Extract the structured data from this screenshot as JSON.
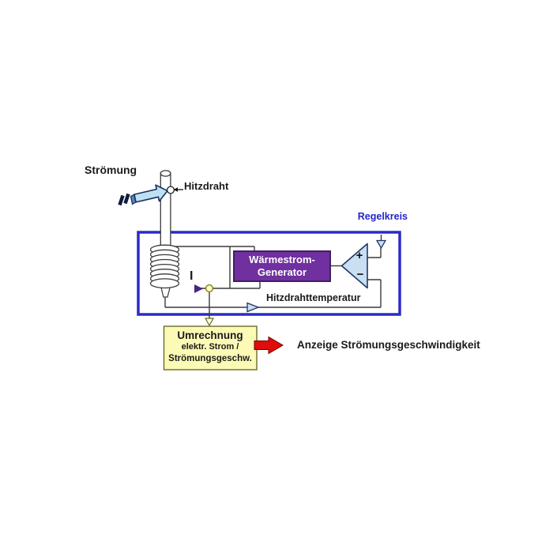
{
  "diagram": {
    "flow_label": "Strömung",
    "hot_wire_label": "Hitzdraht",
    "control_loop_label": "Regelkreis",
    "current_label": "I",
    "heat_generator": {
      "line1": "Wärmestrom-",
      "line2": "Generator"
    },
    "comparator": {
      "plus_input": "+",
      "minus_input": "−"
    },
    "feedback_label": "Hitzdrahttemperatur",
    "converter": {
      "line1": "Umrechnung",
      "line2": "elektr. Strom /",
      "line3": "Strömungsgeschw."
    },
    "output_label": "Anzeige Strömungsgeschwindigkeit"
  },
  "colors": {
    "background": "#FFFFFF",
    "control_loop_border": "#2B2BC8",
    "control_loop_label": "#2424CC",
    "generator_fill": "#7030A0",
    "generator_border": "#3F2060",
    "generator_text": "#FFFFFF",
    "converter_fill": "#FBFBB6",
    "converter_border": "#6B6B2A",
    "opamp_fill": "#C9DFF2",
    "opamp_border": "#203864",
    "flow_arrow_fill": "#BFE0F2",
    "flow_arrow_border": "#16305E",
    "output_arrow_fill": "#E00D0D",
    "current_arrow_fill": "#4B2480",
    "junction_node_fill": "#FFFFC2",
    "junction_node_border": "#7F7F19",
    "wire": "#3A3A3A",
    "text": "#1A1A1A"
  }
}
